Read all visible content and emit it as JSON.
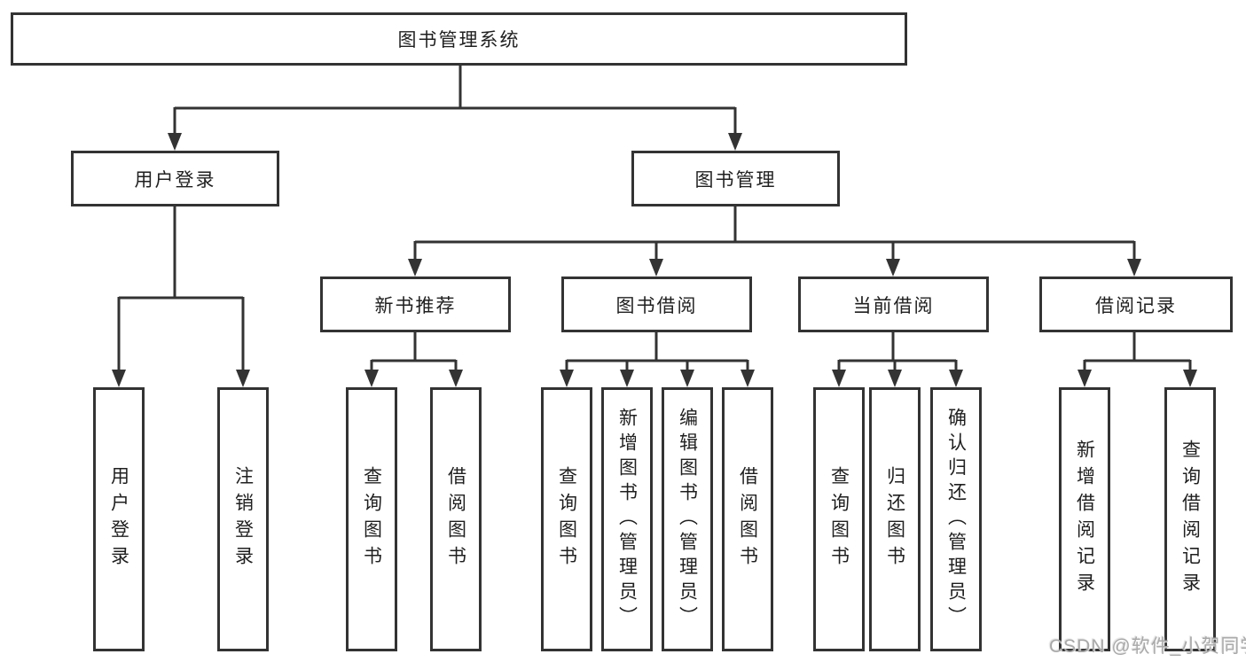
{
  "tree": {
    "root_label": "图书管理系统",
    "branches": [
      {
        "label": "用户登录",
        "leaves": [
          "用户登录",
          "注销登录"
        ]
      },
      {
        "label": "图书管理",
        "groups": [
          {
            "label": "新书推荐",
            "leaves": [
              "查询图书",
              "借阅图书"
            ]
          },
          {
            "label": "图书借阅",
            "leaves": [
              "查询图书",
              "新增图书（管理员）",
              "编辑图书（管理员）",
              "借阅图书"
            ]
          },
          {
            "label": "当前借阅",
            "leaves": [
              "查询图书",
              "归还图书",
              "确认归还（管理员）"
            ]
          },
          {
            "label": "借阅记录",
            "leaves": [
              "新增借阅记录",
              "查询借阅记录"
            ]
          }
        ]
      }
    ]
  },
  "watermark": {
    "text": "CSDN @软件_小贺同学"
  },
  "colors": {
    "line": "#333333",
    "box_border": "#333333",
    "text": "#1f1f1f",
    "watermark": "#a9a9a9"
  }
}
